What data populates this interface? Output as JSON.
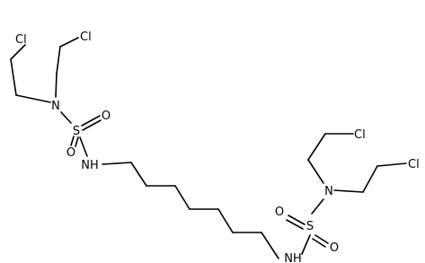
{
  "molecule": {
    "atoms": {
      "cl_1": "Cl",
      "cl_2": "Cl",
      "n_1": "N",
      "s_1": "S",
      "o_1": "O",
      "o_2": "O",
      "nh_1": "NH",
      "cl_3": "Cl",
      "cl_4": "Cl",
      "n_2": "N",
      "s_2": "S",
      "o_3": "O",
      "o_4": "O",
      "nh_2": "NH"
    }
  }
}
